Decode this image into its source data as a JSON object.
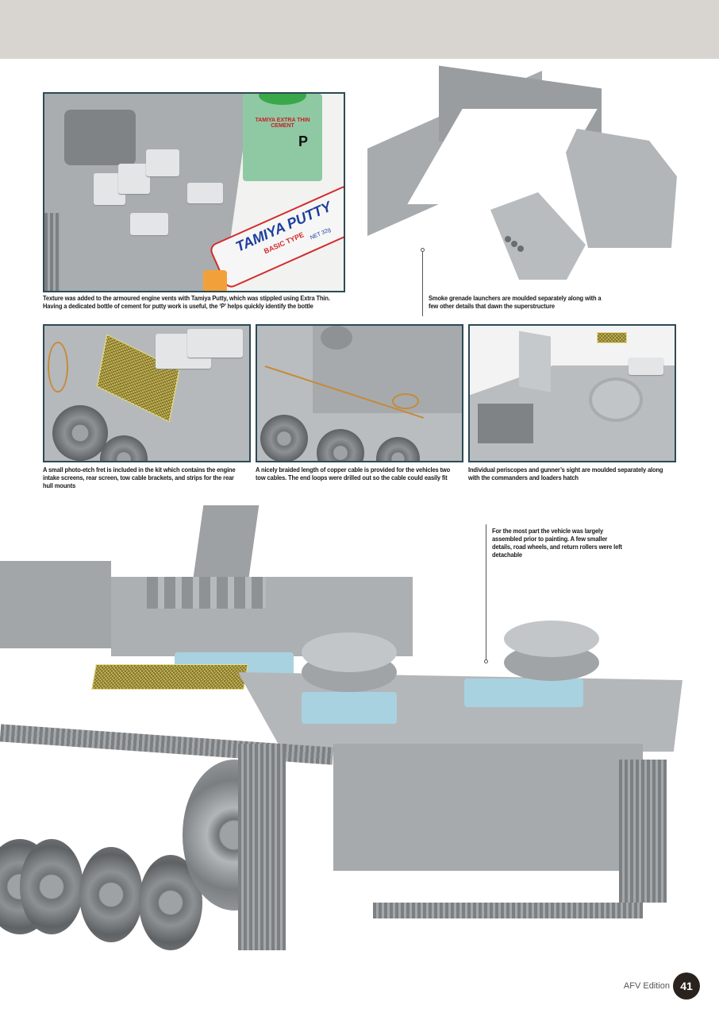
{
  "page": {
    "publication": "AFV Edition",
    "page_number": "41",
    "accent_colors": {
      "top_band": "#d8d5d0",
      "photo_border": "#2c4a55",
      "page_badge": "#2a231d"
    }
  },
  "photos": [
    {
      "id": "engine-deck-putty",
      "caption": "Texture was added to the armoured engine vents with Tamiya Putty, which was stippled using Extra Thin. Having a dedicated bottle of cement for putty work is useful, the ‘P’ helps quickly identify the bottle",
      "labels": {
        "cement_bottle": "TAMIYA EXTRA THIN CEMENT",
        "cement_marker": "P",
        "putty_tube": "TAMIYA PUTTY",
        "putty_type": "BASIC TYPE",
        "putty_weight": "NET 32g"
      }
    },
    {
      "id": "superstructure",
      "caption": "Smoke grenade launchers are moulded separately along with a few other details that dawn the superstructure"
    },
    {
      "id": "photo-etch-fret",
      "caption": "A small photo-etch fret is included in the kit which contains the engine intake screens, rear screen, tow cable brackets, and strips for the rear hull mounts"
    },
    {
      "id": "copper-cable",
      "caption": "A nicely braided length of copper cable is provided for the vehicles two tow cables. The end loops were drilled out so the cable could easily fit"
    },
    {
      "id": "periscopes",
      "caption": "Individual periscopes and gunner’s sight are moulded separately along with the commanders and loaders hatch"
    },
    {
      "id": "assembled-vehicle",
      "caption": "For the most part the vehicle was largely assembled prior to painting. A few smaller details, road wheels, and return rollers were left detachable"
    }
  ]
}
